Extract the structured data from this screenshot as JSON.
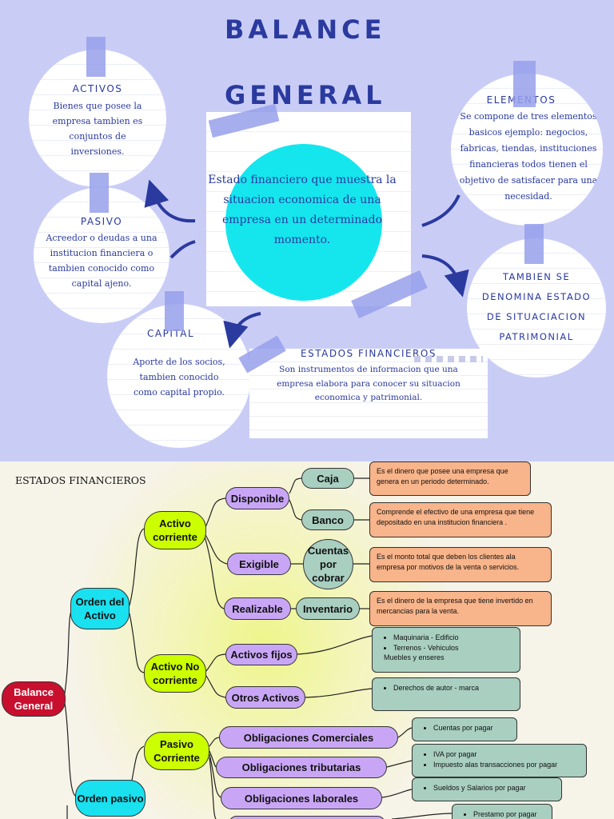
{
  "poster": {
    "title_line1": "BALANCE",
    "title_line2": "GENERAL",
    "center_text": "Estado financiero que muestra la situacion economica de una empresa en un determinado momento.",
    "activos": {
      "title": "ACTIVOS",
      "text": "Bienes que posee la empresa tambien es conjuntos de inversiones."
    },
    "pasivo": {
      "title": "PASIVO",
      "text": "Acreedor o deudas a una institucion financiera o tambien conocido como capital ajeno."
    },
    "capital": {
      "title": "CAPITAL",
      "text": "Aporte de los socios, tambien conocido como capital propio."
    },
    "elementos": {
      "title": "ELEMENTOS",
      "text": "Se compone de tres elementos basicos ejemplo: negocios, fabricas, tiendas, instituciones financieras todos tienen el objetivo de satisfacer para una necesidad."
    },
    "tambien": {
      "text": "TAMBIEN SE DENOMINA ESTADO DE SITUACIACION PATRIMONIAL"
    },
    "estados": {
      "title": "ESTADOS FINANCIEROS",
      "text": "Son instrumentos de informacion que una empresa elabora para conocer su situacion economica y patrimonial."
    }
  },
  "mindmap": {
    "heading": "ESTADOS FINANCIEROS",
    "root": "Balance General",
    "orden_activo": "Orden del Activo",
    "orden_pasivo": "Orden pasivo",
    "activo_corriente": "Activo corriente",
    "activo_no_corriente": "Activo No corriente",
    "pasivo_corriente": "Pasivo Corriente",
    "disponible": "Disponible",
    "exigible": "Exigible",
    "realizable": "Realizable",
    "caja": "Caja",
    "banco": "Banco",
    "cuentas_por_cobrar": "Cuentas por cobrar",
    "inventario": "Inventario",
    "activos_fijos": "Activos fijos",
    "otros_activos": "Otros Activos",
    "obligaciones_comerciales": "Obligaciones Comerciales",
    "obligaciones_tributarias": "Obligaciones tributarias",
    "obligaciones_laborales": "Obligaciones laborales",
    "desc_caja": "Es el dinero que posee una empresa que genera en un periodo determinado.",
    "desc_banco": "Comprende el efectivo de una empresa que tiene depositado en una institucion financiera .",
    "desc_cuentas": "Es el monto total que deben los clientes ala empresa por motivos de la venta o servicios.",
    "desc_inventario": "Es el dinero de la empresa que tiene invertido en mercancias para la venta.",
    "list_fijos": [
      "Maquinaria  - Edificio",
      "Terrenos     - Vehiculos",
      "Muebles y enseres"
    ],
    "list_otros": [
      "Derechos de autor  - marca"
    ],
    "list_comerciales": [
      "Cuentas por pagar"
    ],
    "list_tributarias": [
      "IVA por pagar",
      "Impuesto alas transacciones por pagar"
    ],
    "list_laborales": [
      "Sueldos y Salarios por pagar"
    ],
    "list_prestamo": [
      "Prestamo  por pagar"
    ]
  }
}
